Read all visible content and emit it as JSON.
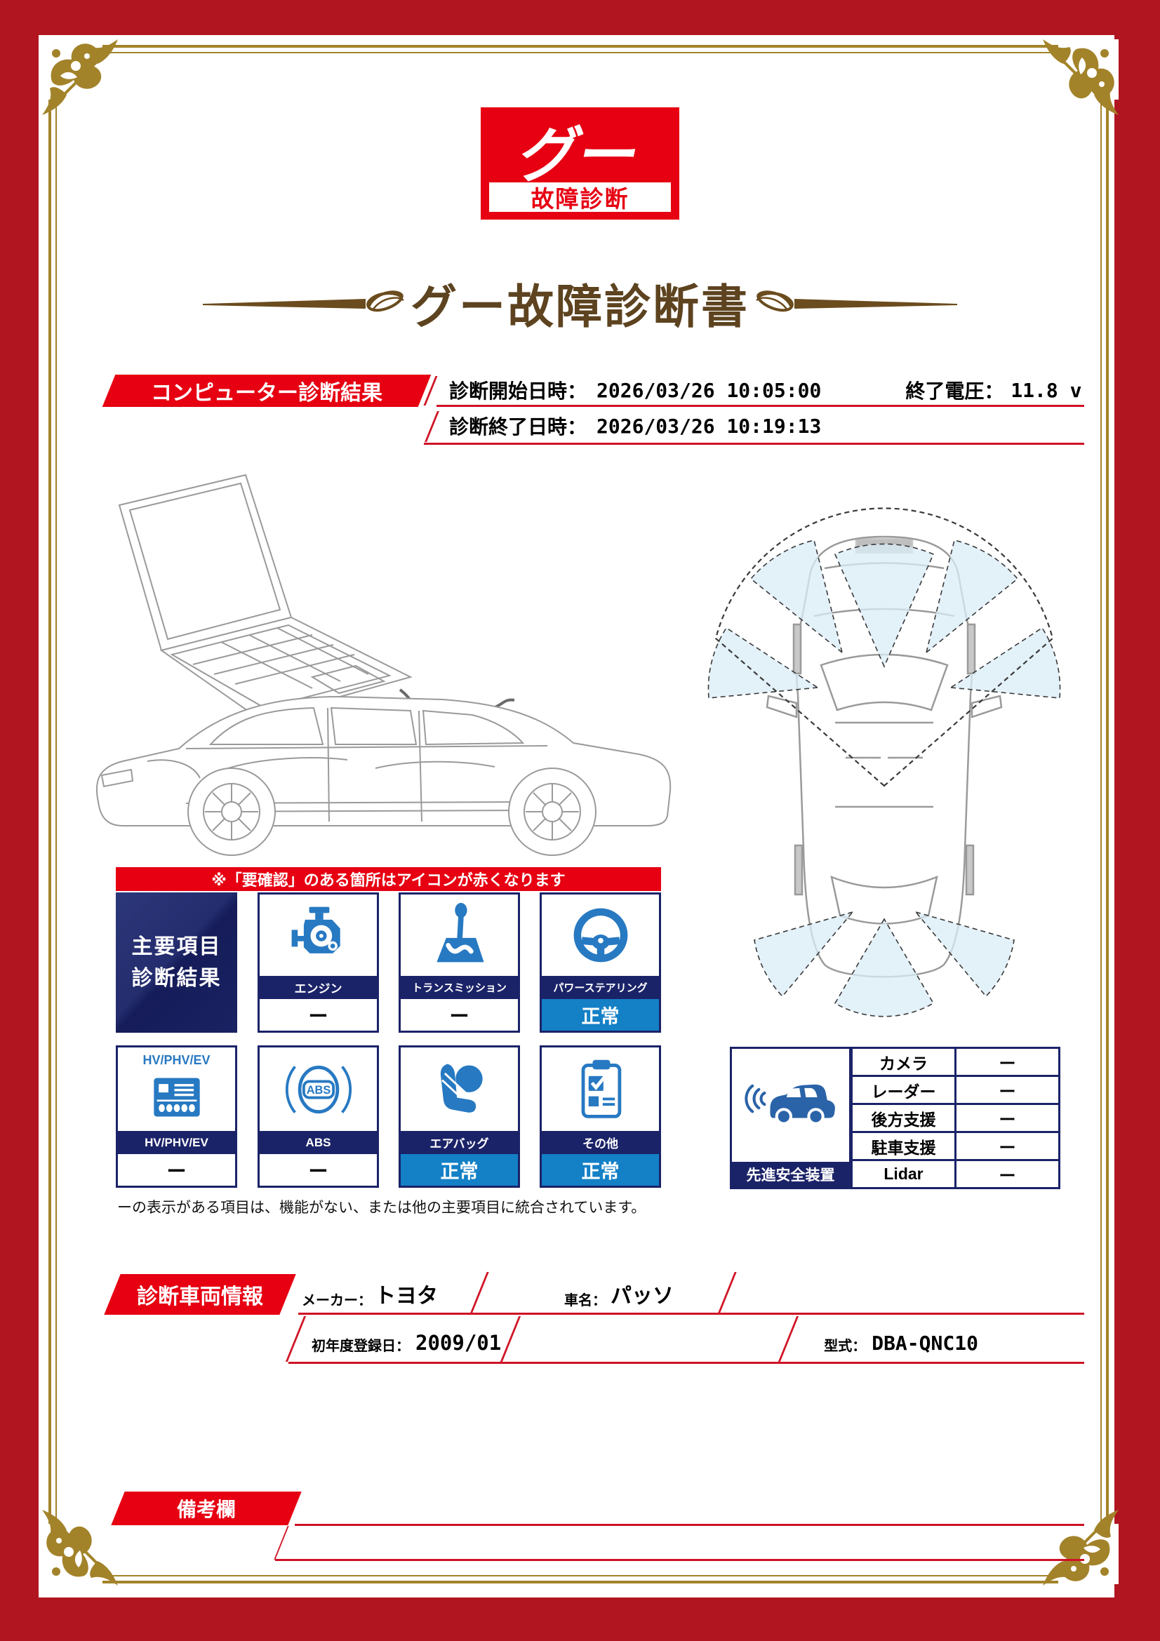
{
  "logo": {
    "brand": "グー",
    "subtitle": "故障診断"
  },
  "title": "グー故障診断書",
  "computer_diagnosis": {
    "header": "コンピューター診断結果",
    "start_label": "診断開始日時：",
    "start_value": "2026/03/26 10:05:00",
    "voltage_label": "終了電圧：",
    "voltage_value": "11.8 v",
    "end_label": "診断終了日時：",
    "end_value": "2026/03/26 10:19:13"
  },
  "warning_note": "※「要確認」のある箇所はアイコンが赤くなります",
  "main_results": {
    "panel_line1": "主要項目",
    "panel_line2": "診断結果",
    "cards": [
      {
        "name": "engine",
        "label": "エンジン",
        "value": "ー"
      },
      {
        "name": "transmission",
        "label": "トランスミッション",
        "value": "ー"
      },
      {
        "name": "power-steering",
        "label": "パワーステアリング",
        "value": "正常"
      },
      {
        "name": "hv-phv-ev",
        "title": "HV/PHV/EV",
        "label": "HV/PHV/EV",
        "value": "ー"
      },
      {
        "name": "abs",
        "label": "ABS",
        "value": "ー",
        "icon_text": "ABS"
      },
      {
        "name": "airbag",
        "label": "エアバッグ",
        "value": "正常"
      },
      {
        "name": "other",
        "label": "その他",
        "value": "正常"
      }
    ],
    "footnote": "ーの表示がある項目は、機能がない、または他の主要項目に統合されています。"
  },
  "safety": {
    "banner": "先進安全装置",
    "rows": [
      {
        "label": "カメラ",
        "value": "ー"
      },
      {
        "label": "レーダー",
        "value": "ー"
      },
      {
        "label": "後方支援",
        "value": "ー"
      },
      {
        "label": "駐車支援",
        "value": "ー"
      },
      {
        "label": "Lidar",
        "value": "ー"
      }
    ]
  },
  "vehicle": {
    "header": "診断車両情報",
    "maker_label": "メーカー：",
    "maker_value": "トヨタ",
    "name_label": "車名：",
    "name_value": "パッソ",
    "reg_label": "初年度登録日：",
    "reg_value": "2009/01",
    "model_label": "型式：",
    "model_value": "DBA-QNC10"
  },
  "remarks": {
    "header": "備考欄"
  },
  "colors": {
    "frame_red": "#b11520",
    "accent_red": "#e60012",
    "underline_red": "#cf1126",
    "gold": "#a3832a",
    "title_brown": "#5d431f",
    "navy": "#1b2368",
    "status_blue": "#1480c6",
    "icon_blue": "#2779c2",
    "sensor_fill": "#daecf7"
  }
}
